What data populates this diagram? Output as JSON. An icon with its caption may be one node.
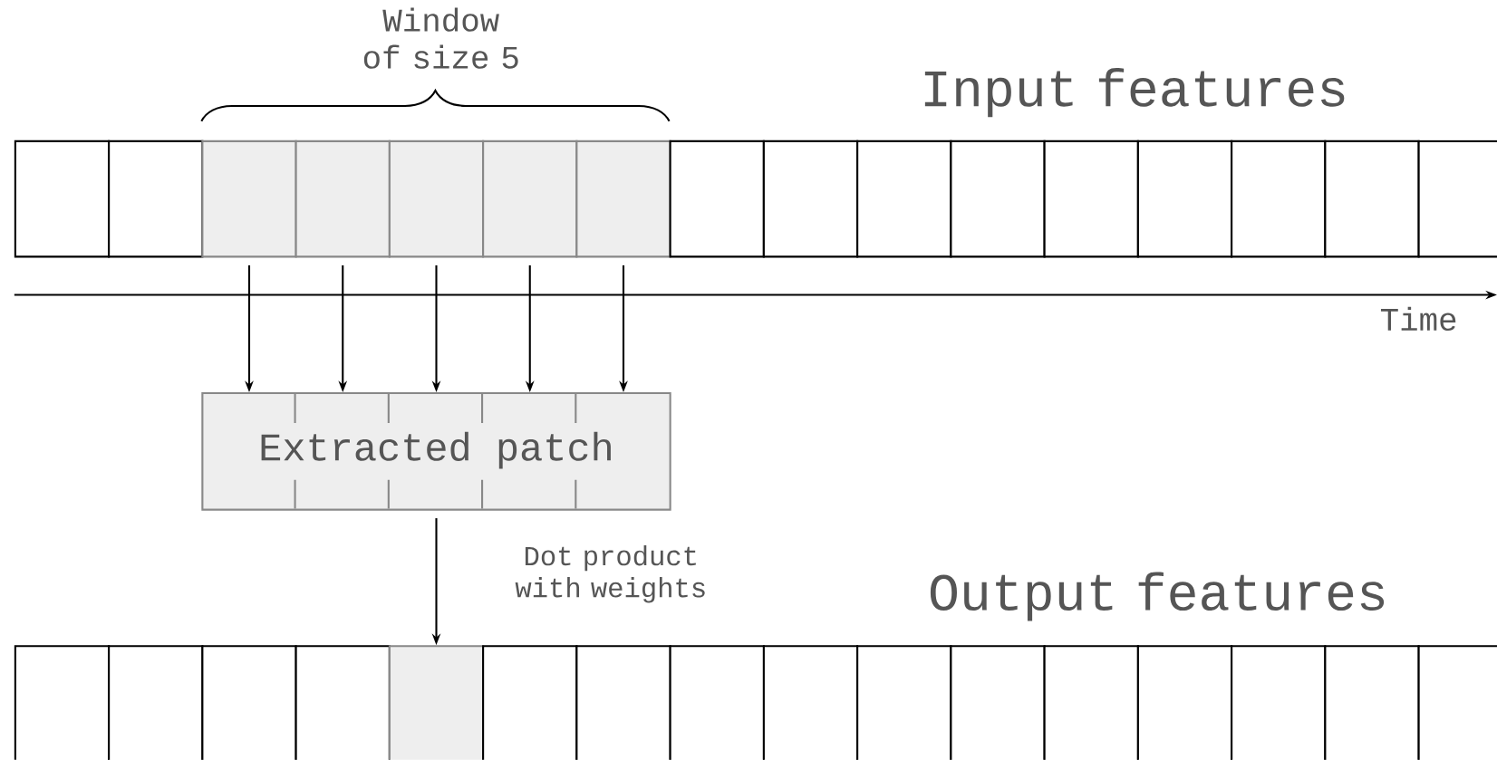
{
  "diagram": {
    "nodes": [
      {
        "text": [],
        "shape": "box"
      },
      {
        "text": [],
        "shape": "box"
      },
      {
        "text": [],
        "shape": "box"
      },
      {
        "text": [],
        "shape": "box"
      },
      {
        "text": [],
        "shape": "box"
      },
      {
        "text": [],
        "shape": "box"
      },
      {
        "text": [],
        "shape": "box"
      },
      {
        "text": [],
        "shape": "box"
      },
      {
        "text": [],
        "shape": "box"
      },
      {
        "text": [],
        "shape": "box"
      },
      {
        "text": [],
        "shape": "box"
      },
      {
        "text": [],
        "shape": "box"
      },
      {
        "text": [],
        "shape": "box"
      },
      {
        "text": [],
        "shape": "box"
      },
      {
        "text": [],
        "shape": "box"
      },
      {
        "text": [],
        "shape": "box"
      },
      {
        "text": [
          "Extracted patch"
        ]
      },
      {
        "text": [],
        "shape": "box"
      },
      {
        "text": [],
        "shape": "box"
      },
      {
        "text": [],
        "shape": "box"
      },
      {
        "text": [],
        "shape": "box"
      },
      {
        "text": [],
        "shape": "box"
      },
      {
        "text": [],
        "shape": "box"
      },
      {
        "text": [],
        "shape": "box"
      },
      {
        "text": [],
        "shape": "box"
      },
      {
        "text": [],
        "shape": "box"
      },
      {
        "text": [],
        "shape": "box"
      },
      {
        "text": [],
        "shape": "box"
      },
      {
        "text": [],
        "shape": "box"
      },
      {
        "text": [],
        "shape": "box"
      },
      {
        "text": [],
        "shape": "box"
      },
      {
        "text": [],
        "shape": "box"
      },
      {
        "text": [],
        "shape": "box"
      }
    ],
    "edges": [
      {
        "from": 2,
        "to": 16,
        "arrow": "to"
      },
      {
        "from": 3,
        "to": 16,
        "arrow": "to"
      },
      {
        "from": 4,
        "to": 16,
        "arrow": "to"
      },
      {
        "from": 5,
        "to": 16,
        "arrow": "to"
      },
      {
        "from": 6,
        "to": 16,
        "arrow": "to"
      },
      {
        "from": 16,
        "to": 21,
        "arrow": "to",
        "label": "Dot product with weights"
      }
    ],
    "labels": [
      "Window of size 5",
      "Input features",
      "Time",
      "Output features"
    ]
  }
}
